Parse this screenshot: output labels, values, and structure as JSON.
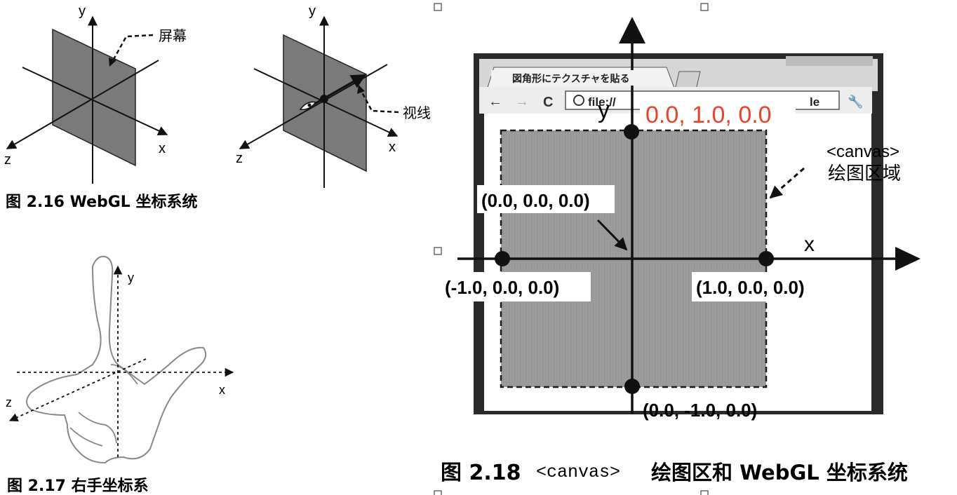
{
  "fig216": {
    "axis_y": "y",
    "axis_x": "x",
    "axis_z": "z",
    "screen_label": "屏幕",
    "sight_label": "视线",
    "caption": "图 2.16  WebGL 坐标系统"
  },
  "fig217": {
    "axis_y": "y",
    "axis_x": "x",
    "axis_z": "z",
    "caption": "图 2.17  右手坐标系"
  },
  "fig218": {
    "axis_y": "y",
    "axis_x": "x",
    "tab_title": "図角形にテクスチャを貼る",
    "address_text": "file://",
    "address_right": "le",
    "top_point": "0.0, 1.0, 0.0",
    "origin_point": "(0.0, 0.0, 0.0)",
    "left_point": "(-1.0, 0.0, 0.0)",
    "right_point": "(1.0, 0.0, 0.0)",
    "bottom_point": "(0.0, -1.0, 0.0)",
    "canvas_tag": "<canvas>",
    "canvas_area": "绘图区域",
    "caption_prefix": "图 2.18",
    "caption_code": "<canvas>",
    "caption_suffix": "绘图区和 WebGL 坐标系统",
    "top_point_color": "#e8442a"
  }
}
